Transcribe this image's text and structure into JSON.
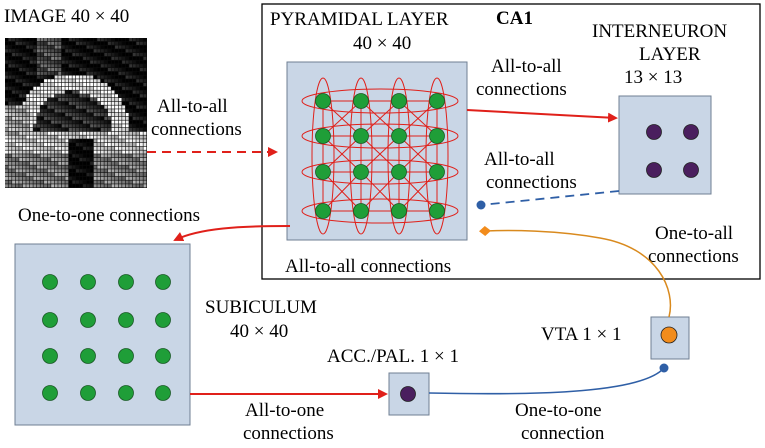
{
  "image_block": {
    "title": "IMAGE 40 × 40"
  },
  "ca1": {
    "title": "CA1",
    "pyramidal": {
      "title_line1": "PYRAMIDAL LAYER",
      "title_line2": "40 × 40"
    },
    "interneuron": {
      "title_line1": "INTERNEURON",
      "title_line2": "LAYER",
      "title_line3": "13 × 13"
    },
    "bottom_label": "All-to-all connections"
  },
  "subiculum": {
    "title_line1": "SUBICULUM",
    "title_line2": "40 × 40"
  },
  "acc_pal": {
    "title": "ACC./PAL. 1 × 1"
  },
  "vta": {
    "title": "VTA 1 × 1"
  },
  "connections": {
    "image_to_pyr": {
      "line1": "All-to-all",
      "line2": "connections"
    },
    "pyr_to_inter": {
      "line1": "All-to-all",
      "line2": "connections"
    },
    "inter_to_pyr": {
      "line1": "All-to-all",
      "line2": "connections"
    },
    "pyr_to_sub": {
      "text": "One-to-one connections"
    },
    "inter_note": {
      "line1": "One-to-all",
      "line2": "connections"
    },
    "sub_to_acc": {
      "line1": "All-to-one",
      "line2": "connections"
    },
    "acc_to_vta": {
      "line1": "One-to-one",
      "line2": "connection"
    }
  },
  "colors": {
    "panel_fill": "#c9d6e6",
    "panel_stroke": "#6f7f93",
    "green_neuron": "#1f9e38",
    "purple_neuron": "#4a1f5e",
    "orange_neuron": "#f28c1c",
    "red_arrow": "#e0201a",
    "blue_arrow": "#2f5fa6",
    "orange_arrow": "#d98a1e"
  }
}
